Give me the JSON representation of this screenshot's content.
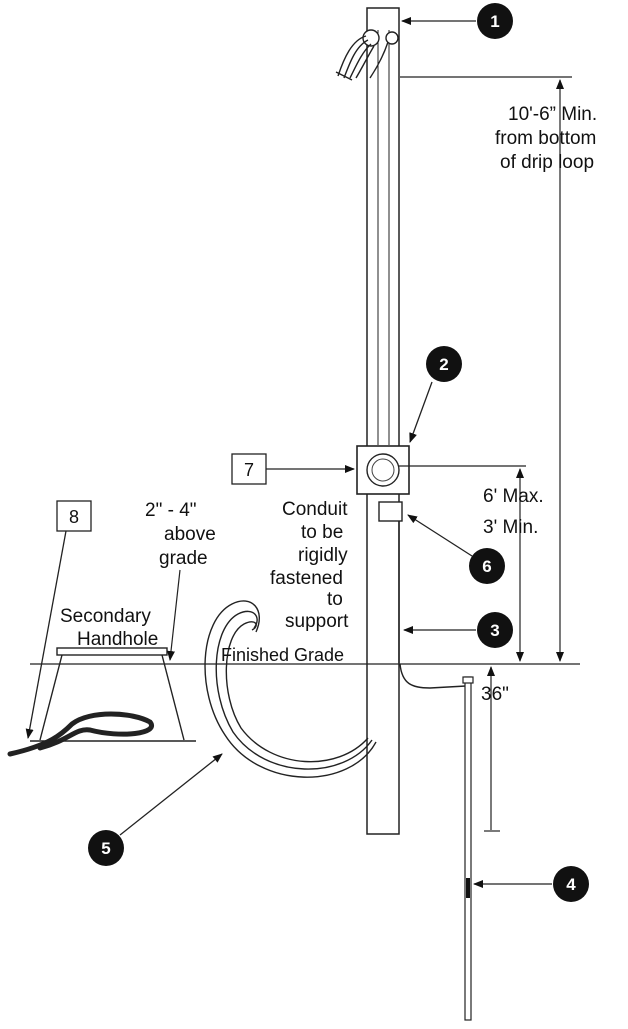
{
  "callouts": {
    "c1": "1",
    "c2": "2",
    "c3": "3",
    "c4": "4",
    "c5": "5",
    "c6": "6"
  },
  "boxed": {
    "b7": "7",
    "b8": "8"
  },
  "dimensions": {
    "height_line1": "10'-6” Min.",
    "height_line2": "from bottom",
    "height_line3": "of drip loop",
    "meter_max": "6' Max.",
    "meter_min": "3' Min.",
    "depth": "36\"",
    "handhole_line1": "2\" - 4\"",
    "handhole_line2": "above",
    "handhole_line3": "grade"
  },
  "labels": {
    "conduit_line1": "Conduit",
    "conduit_line2": "to be",
    "conduit_line3": "rigidly",
    "conduit_line4": "fastened",
    "conduit_line5": "to",
    "conduit_line6": "support",
    "secondary_line1": "Secondary",
    "secondary_line2": "Handhole",
    "finished_grade": "Finished Grade"
  }
}
